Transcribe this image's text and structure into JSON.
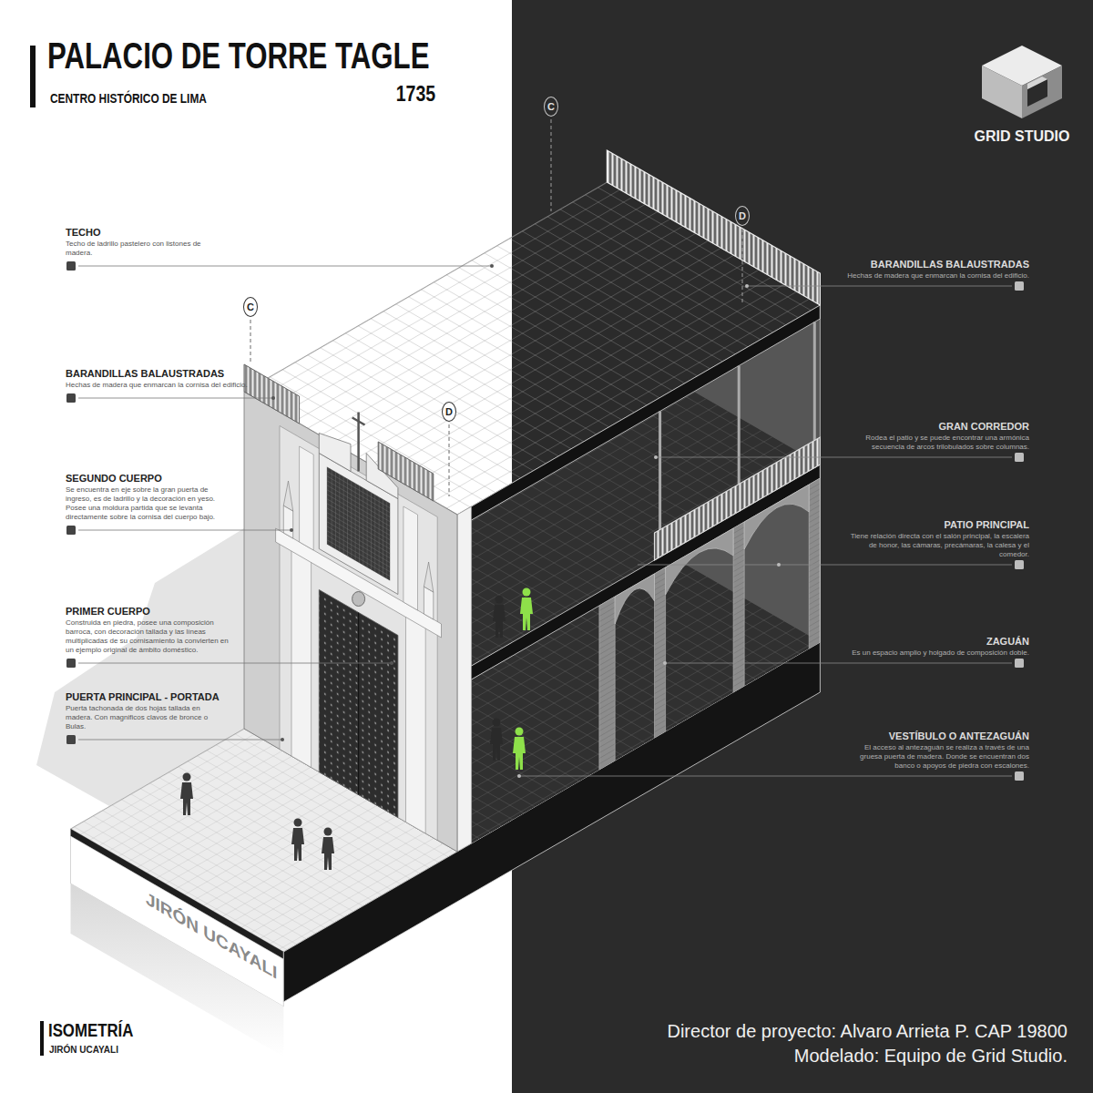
{
  "diagram": {
    "title": "PALACIO DE TORRE TAGLE",
    "nodes": [
      {
        "text": [
          "C"
        ]
      },
      {
        "text": [
          "D"
        ]
      },
      {
        "text": [
          "C"
        ]
      },
      {
        "text": [
          "D"
        ]
      }
    ],
    "labels": [
      "CENTRO HISTÓRICO DE LIMA",
      "1735",
      "GRID STUDIO",
      "TECHO",
      "Techo de ladrillo pastelero con listones de madera.",
      "BARANDILLAS BALAUSTRADAS",
      "Hechas de madera que enmarcan la cornisa del edificio.",
      "SEGUNDO CUERPO",
      "Se encuentra en eje sobre la gran puerta de ingreso, es de ladrillo y la decoración en yeso. Posee una moldura partida que se levanta directamente sobre la cornisa del cuerpo bajo.",
      "PRIMER CUERPO",
      "Construida en piedra, posee una composición barroca, con decoración tallada y las líneas multiplicadas de su cornisamiento la convierten en un ejemplo original de ámbito doméstico.",
      "PUERTA PRINCIPAL - PORTADA",
      "Puerta tachonada de dos hojas tallada en madera. Con magnificos clavos de bronce o Bulas.",
      "BARANDILLAS BALAUSTRADAS",
      "Hechas de madera que enmarcan la cornisa del edificio.",
      "GRAN CORREDOR",
      "Rodea el patio y se puede encontrar una armónica secuencia de arcos trilobulados sobre columnas.",
      "PATIO PRINCIPAL",
      "Tiene relación directa con el salón principal, la escalera de honor, las cámaras, precámaras, la calesa y el comedor.",
      "ZAGUÁN",
      "Es un espacio amplio y holgado de composición doble.",
      "VESTÍBULO O ANTEZAGUÁN",
      "El acceso al antezaguán se realiza a través de una gruesa puerta de madera. Donde se encuentran dos banco o apoyos de piedra con escalones.",
      "JIRÓN UCAYALI",
      "ISOMETRÍA",
      "JIRÓN UCAYALI",
      "Director de proyecto: Alvaro Arrieta P. CAP 19800",
      "Modelado: Equipo de Grid Studio."
    ]
  }
}
